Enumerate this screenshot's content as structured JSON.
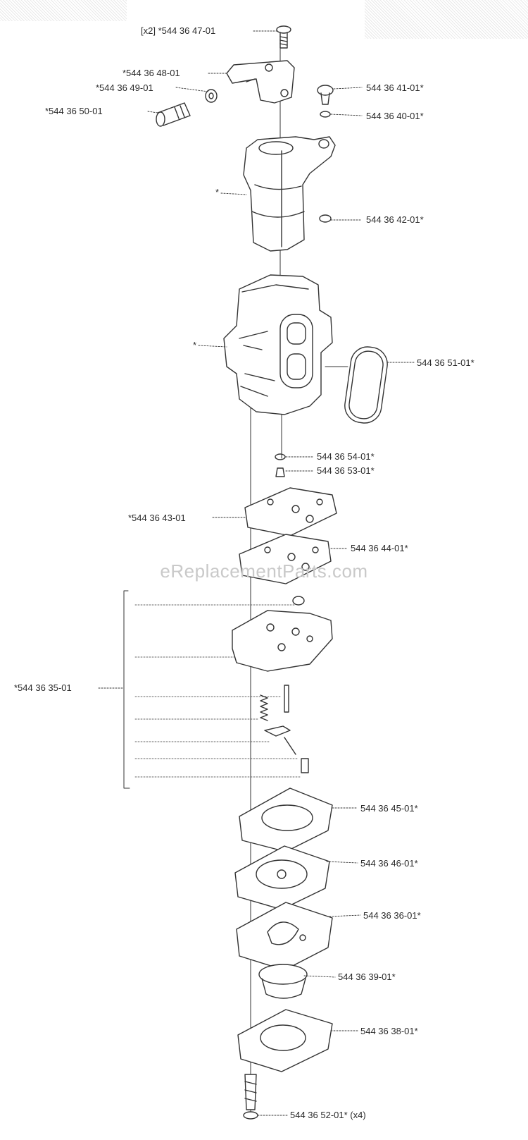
{
  "labels": {
    "p4701": "[x2] *544 36 47-01",
    "p4801": "*544 36 48-01",
    "p4901": "*544 36 49-01",
    "p5001": "*544 36 50-01",
    "p4101": "544 36 41-01*",
    "p4001": "544 36 40-01*",
    "star1": "*",
    "p4201": "544 36 42-01*",
    "star2": "*",
    "p5101": "544 36 51-01*",
    "p5401": "544 36 54-01*",
    "p5301": "544 36 53-01*",
    "p4301": "*544 36 43-01",
    "p4401": "544 36 44-01*",
    "p3501": "*544 36 35-01",
    "p4501": "544 36 45-01*",
    "p4601": "544 36 46-01*",
    "p3601": "544 36 36-01*",
    "p3901": "544 36 39-01*",
    "p3801": "544 36 38-01*",
    "p5201": "544 36 52-01* (x4)"
  },
  "watermark": "eReplacementParts.com"
}
